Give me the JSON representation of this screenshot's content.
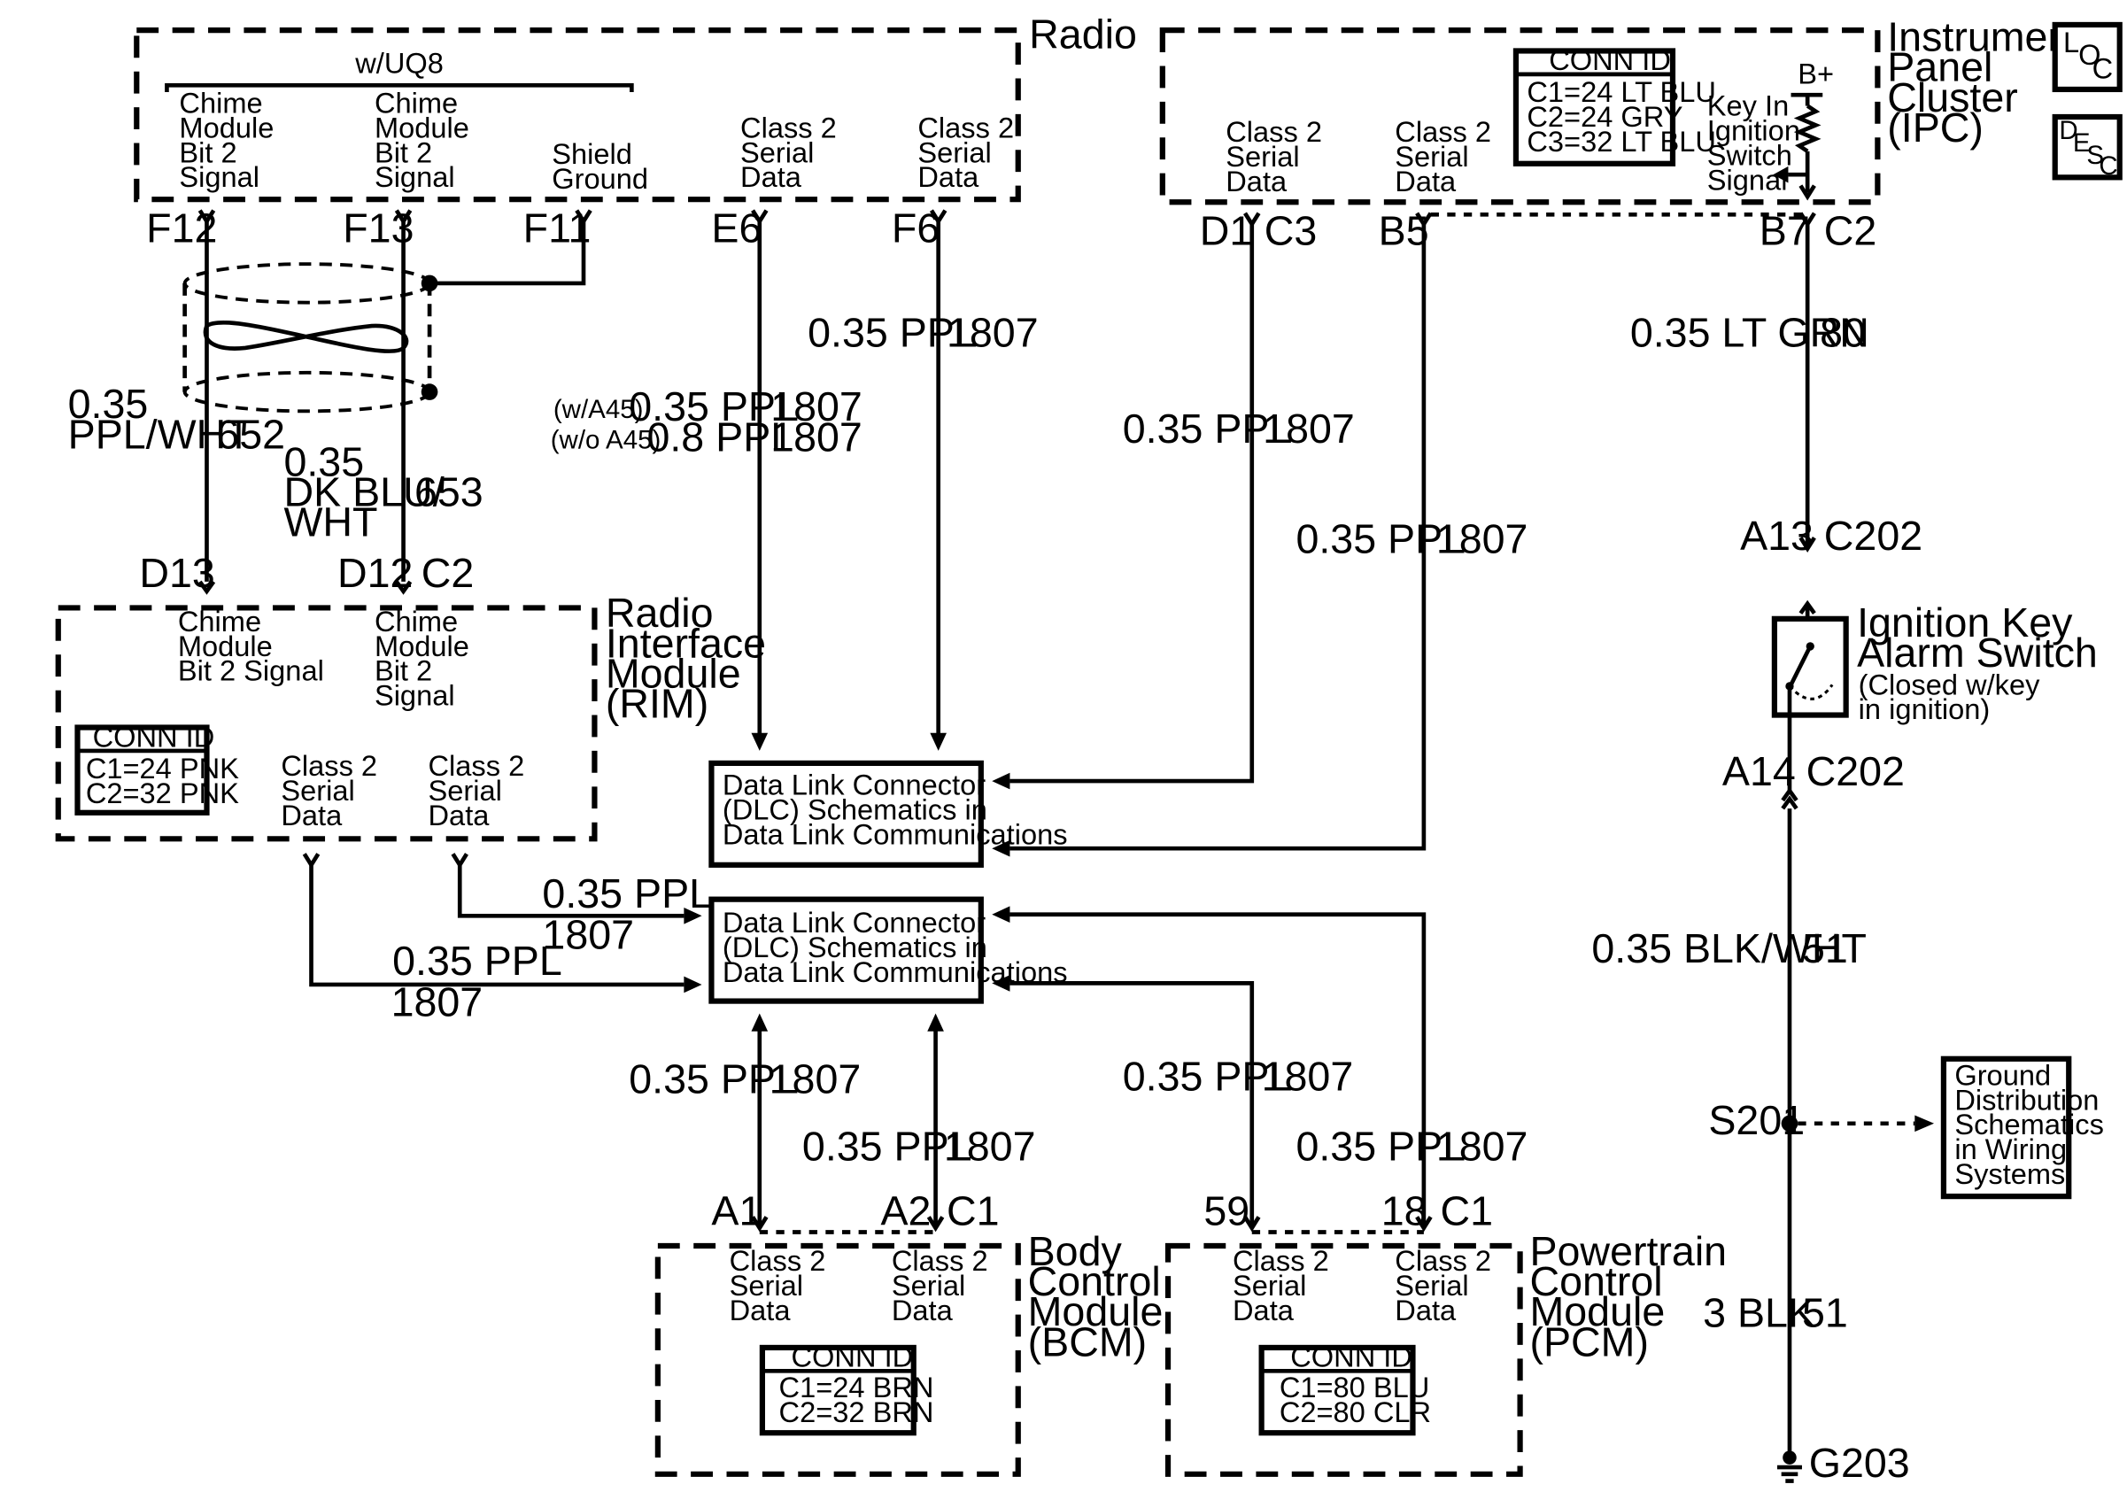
{
  "radio": {
    "name": "Radio",
    "option_label": "w/UQ8",
    "chime1": [
      "Chime",
      "Module",
      "Bit 2",
      "Signal"
    ],
    "chime2": [
      "Chime",
      "Module",
      "Bit 2",
      "Signal"
    ],
    "shield": [
      "Shield",
      "Ground"
    ],
    "sd1": [
      "Class 2",
      "Serial",
      "Data"
    ],
    "sd2": [
      "Class 2",
      "Serial",
      "Data"
    ],
    "pins": {
      "f12": "F12",
      "f13": "F13",
      "f11": "F11",
      "e6": "E6",
      "f6": "F6"
    }
  },
  "ipc": {
    "name": [
      "Instrument",
      "Panel",
      "Cluster",
      "(IPC)"
    ],
    "conn_title": "CONN ID",
    "conn_lines": [
      "C1=24 LT BLU",
      "C2=24 GRY",
      "C3=32 LT BLU"
    ],
    "sd1": [
      "Class 2",
      "Serial",
      "Data"
    ],
    "sd2": [
      "Class 2",
      "Serial",
      "Data"
    ],
    "bplus": "B+",
    "keyin": [
      "Key In",
      "Ignition",
      "Switch",
      "Signal"
    ],
    "pins": {
      "d1": "D1",
      "c3": "C3",
      "b5": "B5",
      "b7": "B7",
      "c2": "C2"
    }
  },
  "loc_icon": {
    "l": "L",
    "o": "O",
    "c": "C"
  },
  "desc_icon": {
    "d": "D",
    "e": "E",
    "s": "S",
    "c": "C"
  },
  "wires": {
    "radio_e6": {
      "w_a45": "(w/A45)",
      "gauge_a45": "0.35 PPL",
      "circ_a45": "1807",
      "wo_a45": "(w/o A45)",
      "gauge_wo": "0.8 PPL",
      "circ_wo": "1807"
    },
    "radio_f6": {
      "gauge": "0.35 PPL",
      "circ": "1807"
    },
    "chime1": {
      "gauge1": "0.35",
      "gauge2": "PPL/WHT",
      "circ": "652"
    },
    "chime2": {
      "gauge1": "0.35",
      "gauge2": "DK BLU/",
      "gauge3": "WHT",
      "circ": "653"
    },
    "ipc_d1": {
      "gauge": "0.35 PPL",
      "circ": "1807"
    },
    "ipc_b5": {
      "gauge": "0.35 PPL",
      "circ": "1807"
    },
    "ipc_b7": {
      "gauge": "0.35 LT GRN",
      "circ": "80"
    },
    "rim_1": {
      "gauge": "0.35 PPL",
      "circ": "1807"
    },
    "rim_2": {
      "gauge": "0.35 PPL",
      "circ": "1807"
    },
    "bcm_a1": {
      "gauge": "0.35 PPL",
      "circ": "1807"
    },
    "bcm_a2": {
      "gauge": "0.35 PPL",
      "circ": "1807"
    },
    "pcm_59": {
      "gauge": "0.35 PPL",
      "circ": "1807"
    },
    "pcm_18": {
      "gauge": "0.35 PPL",
      "circ": "1807"
    },
    "gnd_1": {
      "gauge": "0.35 BLK/WHT",
      "circ": "51"
    },
    "gnd_2": {
      "gauge": "3 BLK",
      "circ": "51"
    }
  },
  "rim": {
    "name": [
      "Radio",
      "Interface",
      "Module",
      "(RIM)"
    ],
    "chime1": [
      "Chime",
      "Module",
      "Bit 2 Signal"
    ],
    "chime2": [
      "Chime",
      "Module",
      "Bit 2",
      "Signal"
    ],
    "conn_title": "CONN ID",
    "conn_lines": [
      "C1=24 PNK",
      "C2=32 PNK"
    ],
    "sd1": [
      "Class 2",
      "Serial",
      "Data"
    ],
    "sd2": [
      "Class 2",
      "Serial",
      "Data"
    ],
    "pins": {
      "d13": "D13",
      "d12": "D12",
      "c2": "C2"
    }
  },
  "dlc1": {
    "lines": [
      "Data Link Connector",
      "(DLC) Schematics in",
      "Data Link Communications"
    ]
  },
  "dlc2": {
    "lines": [
      "Data Link Connector",
      "(DLC) Schematics in",
      "Data Link Communications"
    ]
  },
  "c202": {
    "a13": "A13",
    "c202_top": "C202",
    "a14": "A14",
    "c202_bot": "C202"
  },
  "ign_switch": {
    "name": [
      "Ignition Key",
      "Alarm Switch"
    ],
    "note": [
      "(Closed w/key",
      "in ignition)"
    ]
  },
  "splice": {
    "s201": "S201"
  },
  "gnd_dist": {
    "lines": [
      "Ground",
      "Distribution",
      "Schematics",
      "in Wiring",
      "Systems"
    ]
  },
  "ground": {
    "g203": "G203"
  },
  "bcm": {
    "name": [
      "Body",
      "Control",
      "Module",
      "(BCM)"
    ],
    "sd1": [
      "Class 2",
      "Serial",
      "Data"
    ],
    "sd2": [
      "Class 2",
      "Serial",
      "Data"
    ],
    "conn_title": "CONN ID",
    "conn_lines": [
      "C1=24 BRN",
      "C2=32 BRN"
    ],
    "pins": {
      "a1": "A1",
      "a2": "A2",
      "c1": "C1"
    }
  },
  "pcm": {
    "name": [
      "Powertrain",
      "Control",
      "Module",
      "(PCM)"
    ],
    "sd1": [
      "Class 2",
      "Serial",
      "Data"
    ],
    "sd2": [
      "Class 2",
      "Serial",
      "Data"
    ],
    "conn_title": "CONN ID",
    "conn_lines": [
      "C1=80 BLU",
      "C2=80 CLR"
    ],
    "pins": {
      "p59": "59",
      "p18": "18",
      "c1": "C1"
    }
  }
}
